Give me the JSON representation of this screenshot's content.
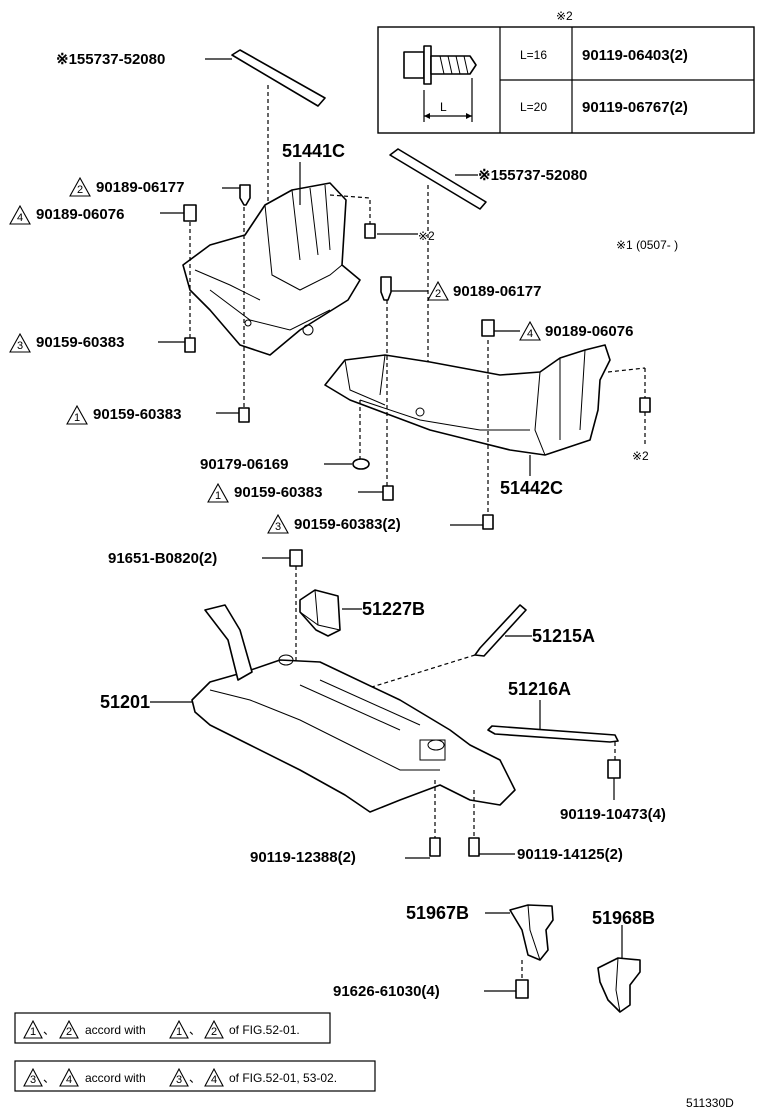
{
  "callouts": {
    "p55737_top": "※155737-52080",
    "p55737_mid": "※155737-52080",
    "p51441c": "51441C",
    "p90189_06177_a": "90189-06177",
    "p90189_06076_a": "90189-06076",
    "p90189_06177_b": "90189-06177",
    "p90189_06076_b": "90189-06076",
    "p90159_60383_a": "90159-60383",
    "p90159_60383_b": "90159-60383",
    "p90159_60383_c": "90159-60383",
    "p90159_60383_d": "90159-60383(2)",
    "p90179_06169": "90179-06169",
    "p51442c": "51442C",
    "p91651": "91651-B0820(2)",
    "p51227b": "51227B",
    "p51215a": "51215A",
    "p51201": "51201",
    "p51216a": "51216A",
    "p90119_10473": "90119-10473(4)",
    "p90119_12388": "90119-12388(2)",
    "p90119_14125": "90119-14125(2)",
    "p51967b": "51967B",
    "p51968b": "51968B",
    "p91626": "91626-61030(4)",
    "ref_x2_a": "※2",
    "ref_x2_b": "※2",
    "ref_x1_note": "※1 (0507-      )"
  },
  "tri_marks": {
    "t1": "1",
    "t2": "2",
    "t3": "3",
    "t4": "4"
  },
  "bolt_table": {
    "title": "※2",
    "dim_label": "L",
    "rows": [
      {
        "length": "L=16",
        "part": "90119-06403(2)"
      },
      {
        "length": "L=20",
        "part": "90119-06767(2)"
      }
    ]
  },
  "notes": {
    "note1_sep": "、",
    "note1_text": "accord with",
    "note1_sep2": "、",
    "note1_ref": "of FIG.52-01.",
    "note2_sep": "、",
    "note2_text": "accord with",
    "note2_sep2": "、",
    "note2_ref": "of FIG.52-01, 53-02."
  },
  "figure_id": "511330D"
}
